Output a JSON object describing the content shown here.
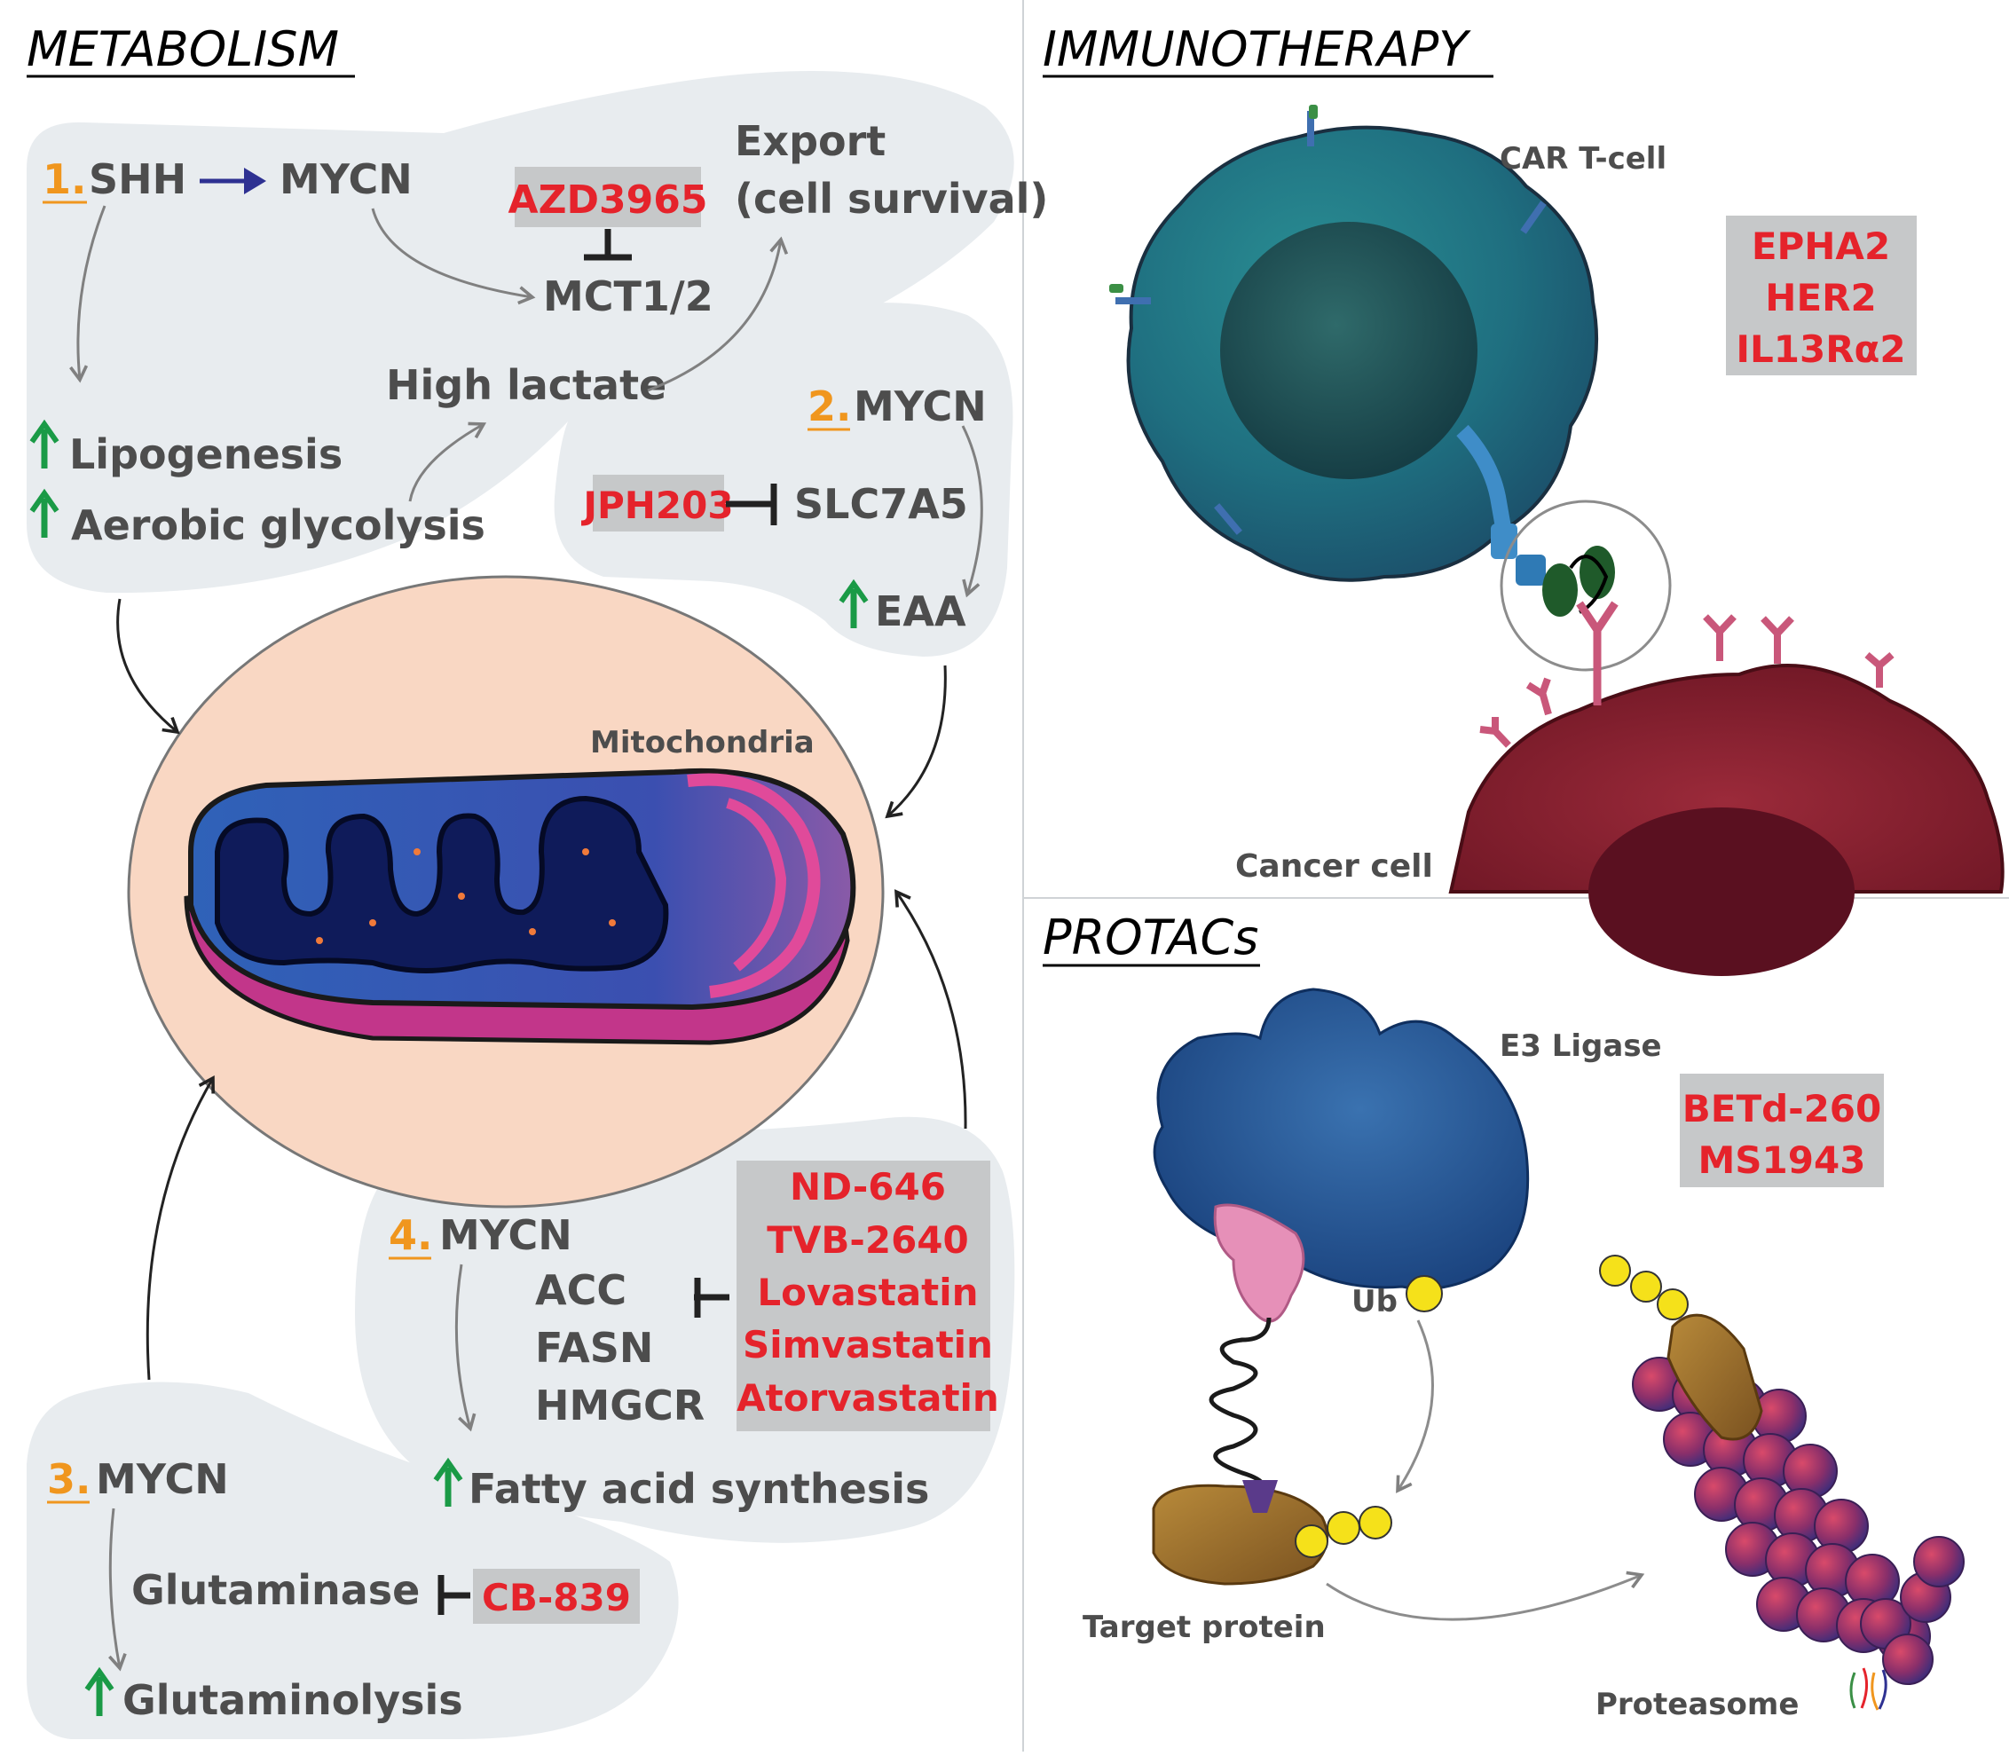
{
  "metabolism": {
    "heading": "METABOLISM",
    "s1": {
      "num": "1.",
      "shh": "SHH",
      "mycn": "MYCN",
      "drug": "AZD3965",
      "mct": "MCT1/2",
      "export1": "Export",
      "export2": "(cell survival)",
      "lactate": "High lactate",
      "lipo": "Lipogenesis",
      "glyco": "Aerobic glycolysis"
    },
    "s2": {
      "num": "2.",
      "mycn": "MYCN",
      "drug": "JPH203",
      "target": "SLC7A5",
      "eaa": "EAA"
    },
    "mito_label": "Mitochondria",
    "s4": {
      "num": "4.",
      "mycn": "MYCN",
      "acc": "ACC",
      "fasn": "FASN",
      "hmgcr": "HMGCR",
      "fas": "Fatty acid synthesis",
      "drugs": [
        "ND-646",
        "TVB-2640",
        "Lovastatin",
        "Simvastatin",
        "Atorvastatin"
      ]
    },
    "s3": {
      "num": "3.",
      "mycn": "MYCN",
      "enzyme": "Glutaminase",
      "drug": "CB-839",
      "glutaminolysis": "Glutaminolysis"
    }
  },
  "immunotherapy": {
    "heading": "IMMUNOTHERAPY",
    "car_label": "CAR T-cell",
    "cancer_label": "Cancer cell",
    "targets": [
      "EPHA2",
      "HER2",
      "IL13Rα2"
    ]
  },
  "protacs": {
    "heading": "PROTACs",
    "e3_label": "E3 Ligase",
    "ub_label": "Ub",
    "target_label": "Target protein",
    "proteasome_label": "Proteasome",
    "drugs": [
      "BETd-260",
      "MS1943"
    ]
  },
  "colors": {
    "drug_red": "#e5232b",
    "label_gray": "#4d4d4d",
    "step_orange": "#f0961e",
    "up_green": "#1a9a46",
    "activation_navy": "#2e3192",
    "panel_bg": "#e8ecef",
    "drug_box": "#c6c8c9"
  }
}
